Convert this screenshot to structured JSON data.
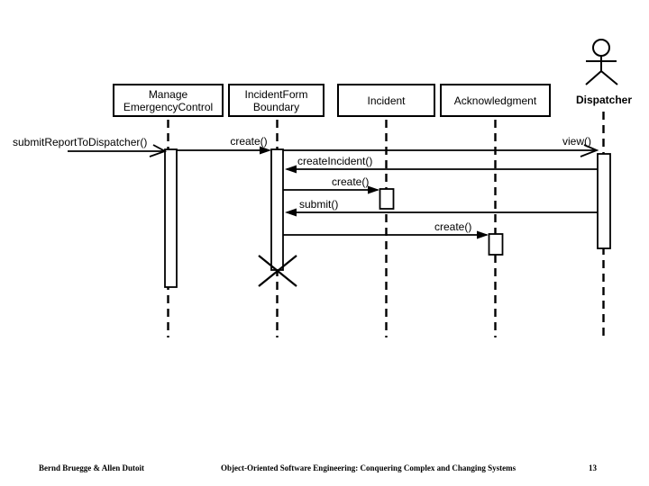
{
  "diagram": {
    "title_hint": "UML sequence diagram",
    "colors": {
      "ink": "#000000",
      "background": "#ffffff"
    },
    "objects": [
      {
        "label": "Manage\nEmergencyControl"
      },
      {
        "label": "IncidentForm\nBoundary"
      },
      {
        "label": "Incident"
      },
      {
        "label": "Acknowledgment"
      }
    ],
    "actor": {
      "label": "Dispatcher"
    },
    "messages": [
      {
        "label": "submitReportToDispatcher()"
      },
      {
        "label": "create()"
      },
      {
        "label": "view()"
      },
      {
        "label": "createIncident()"
      },
      {
        "label": "create()"
      },
      {
        "label": "submit()"
      },
      {
        "label": "create()"
      }
    ]
  },
  "footer": {
    "authors": "Bernd Bruegge & Allen Dutoit",
    "book": "Object-Oriented Software Engineering: Conquering Complex and Changing Systems",
    "page": "13"
  }
}
